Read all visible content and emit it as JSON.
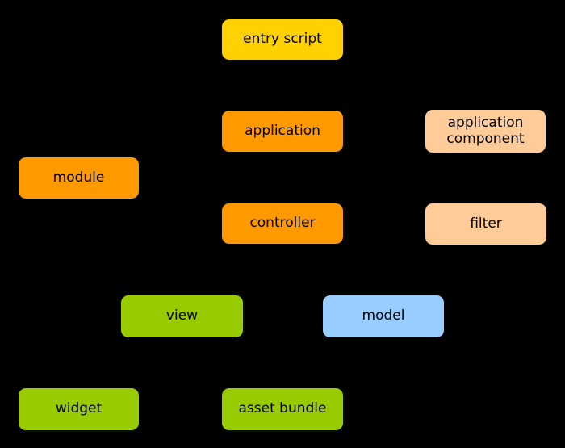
{
  "diagram": {
    "background_color": "#000000",
    "text_color": "#000000",
    "nodes": [
      {
        "id": "entry-script",
        "label": "entry script",
        "color": "#FFD100"
      },
      {
        "id": "application",
        "label": "application",
        "color": "#FF9900"
      },
      {
        "id": "application-component",
        "label": "application component",
        "color": "#FFCC99"
      },
      {
        "id": "module",
        "label": "module",
        "color": "#FF9900"
      },
      {
        "id": "controller",
        "label": "controller",
        "color": "#FF9900"
      },
      {
        "id": "filter",
        "label": "filter",
        "color": "#FFCC99"
      },
      {
        "id": "view",
        "label": "view",
        "color": "#99CC00"
      },
      {
        "id": "model",
        "label": "model",
        "color": "#99CCFF"
      },
      {
        "id": "widget",
        "label": "widget",
        "color": "#99CC00"
      },
      {
        "id": "asset-bundle",
        "label": "asset bundle",
        "color": "#99CC00"
      }
    ]
  }
}
